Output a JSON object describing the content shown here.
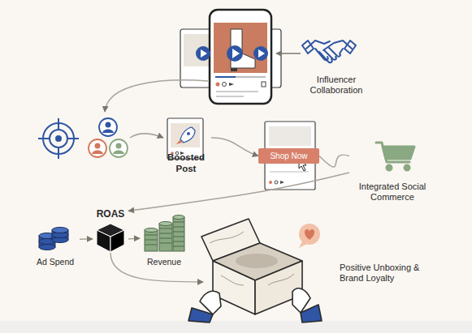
{
  "diagram": {
    "nodes": [
      {
        "text": [
          "Influencer Collaboration"
        ]
      },
      {
        "text": [
          "Boosted Post"
        ]
      },
      {
        "text": [
          "Shop Now"
        ]
      },
      {
        "text": [
          "Integrated Social Commerce"
        ]
      },
      {
        "text": [
          "ROAS"
        ]
      },
      {
        "text": [
          "Ad Spend"
        ]
      },
      {
        "text": [
          "Revenue"
        ]
      },
      {
        "text": [
          "Positive Unboxing & Brand Loyalty"
        ]
      }
    ],
    "edges": [
      {
        "from": 1,
        "to": 2,
        "arrow": "to"
      },
      {
        "from": 2,
        "to": 3,
        "arrow": "none"
      },
      {
        "from": 3,
        "to": 4,
        "arrow": "to"
      },
      {
        "from": 5,
        "to": 4,
        "arrow": "to"
      },
      {
        "from": 4,
        "to": 6,
        "arrow": "to"
      },
      {
        "from": 4,
        "to": 7,
        "arrow": "to"
      }
    ]
  }
}
